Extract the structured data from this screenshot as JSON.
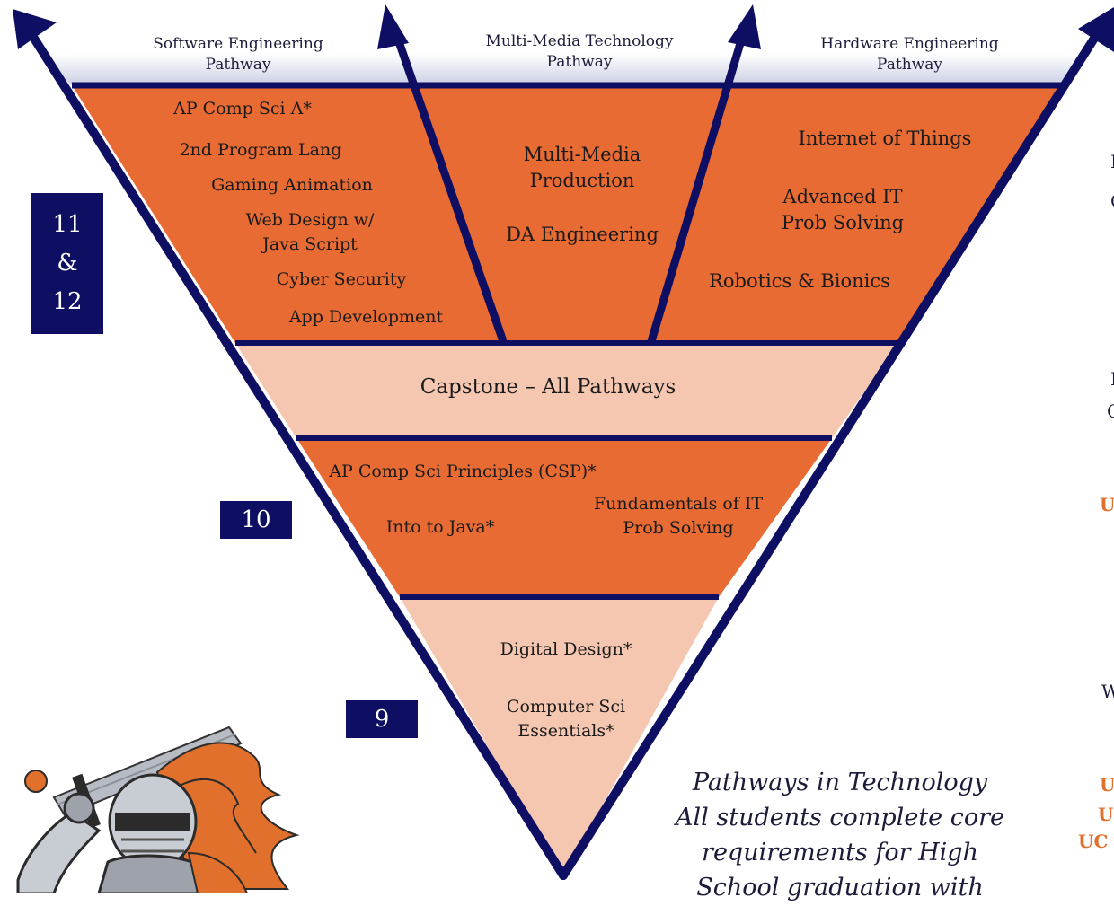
{
  "pathways": {
    "software": [
      "Software Engineering",
      "Pathway"
    ],
    "multimedia": [
      "Multi-Media Technology",
      "Pathway"
    ],
    "hardware": [
      "Hardware Engineering",
      "Pathway"
    ]
  },
  "grade_boxes": {
    "upper": [
      "11",
      "&",
      "12"
    ],
    "sophomore": "10",
    "freshman": "9"
  },
  "tier_11_12": {
    "software_courses": [
      "AP Comp Sci A*",
      "2nd Program Lang",
      "Gaming Animation",
      "Web Design w/",
      "Java Script",
      "Cyber Security",
      "App Development"
    ],
    "multimedia_courses": [
      "Multi-Media",
      "Production",
      "DA Engineering"
    ],
    "hardware_courses": [
      "Internet of Things",
      "Advanced IT",
      "Prob Solving",
      "Robotics & Bionics"
    ]
  },
  "capstone": "Capstone – All Pathways",
  "tier_10": [
    "AP Comp Sci Principles (CSP)*",
    "Into to Java*",
    "Fundamentals of IT",
    "Prob Solving"
  ],
  "tier_9": [
    "Digital Design*",
    "Computer Sci",
    "Essentials*"
  ],
  "caption": [
    "Pathways in Technology",
    "All students complete core",
    "requirements for High",
    "School graduation with"
  ],
  "right_edge_fragments": {
    "dark": [
      "I",
      "C",
      "I",
      "C",
      "W"
    ],
    "orange": [
      "U",
      "U",
      "U",
      "UC"
    ]
  },
  "colors": {
    "navy": "#0e0e63",
    "orange_band": "#e86b34",
    "peach_band": "#f5c6b0",
    "accent_orange": "#e2702d"
  },
  "mascot_icon": "armored-knight-with-sword"
}
